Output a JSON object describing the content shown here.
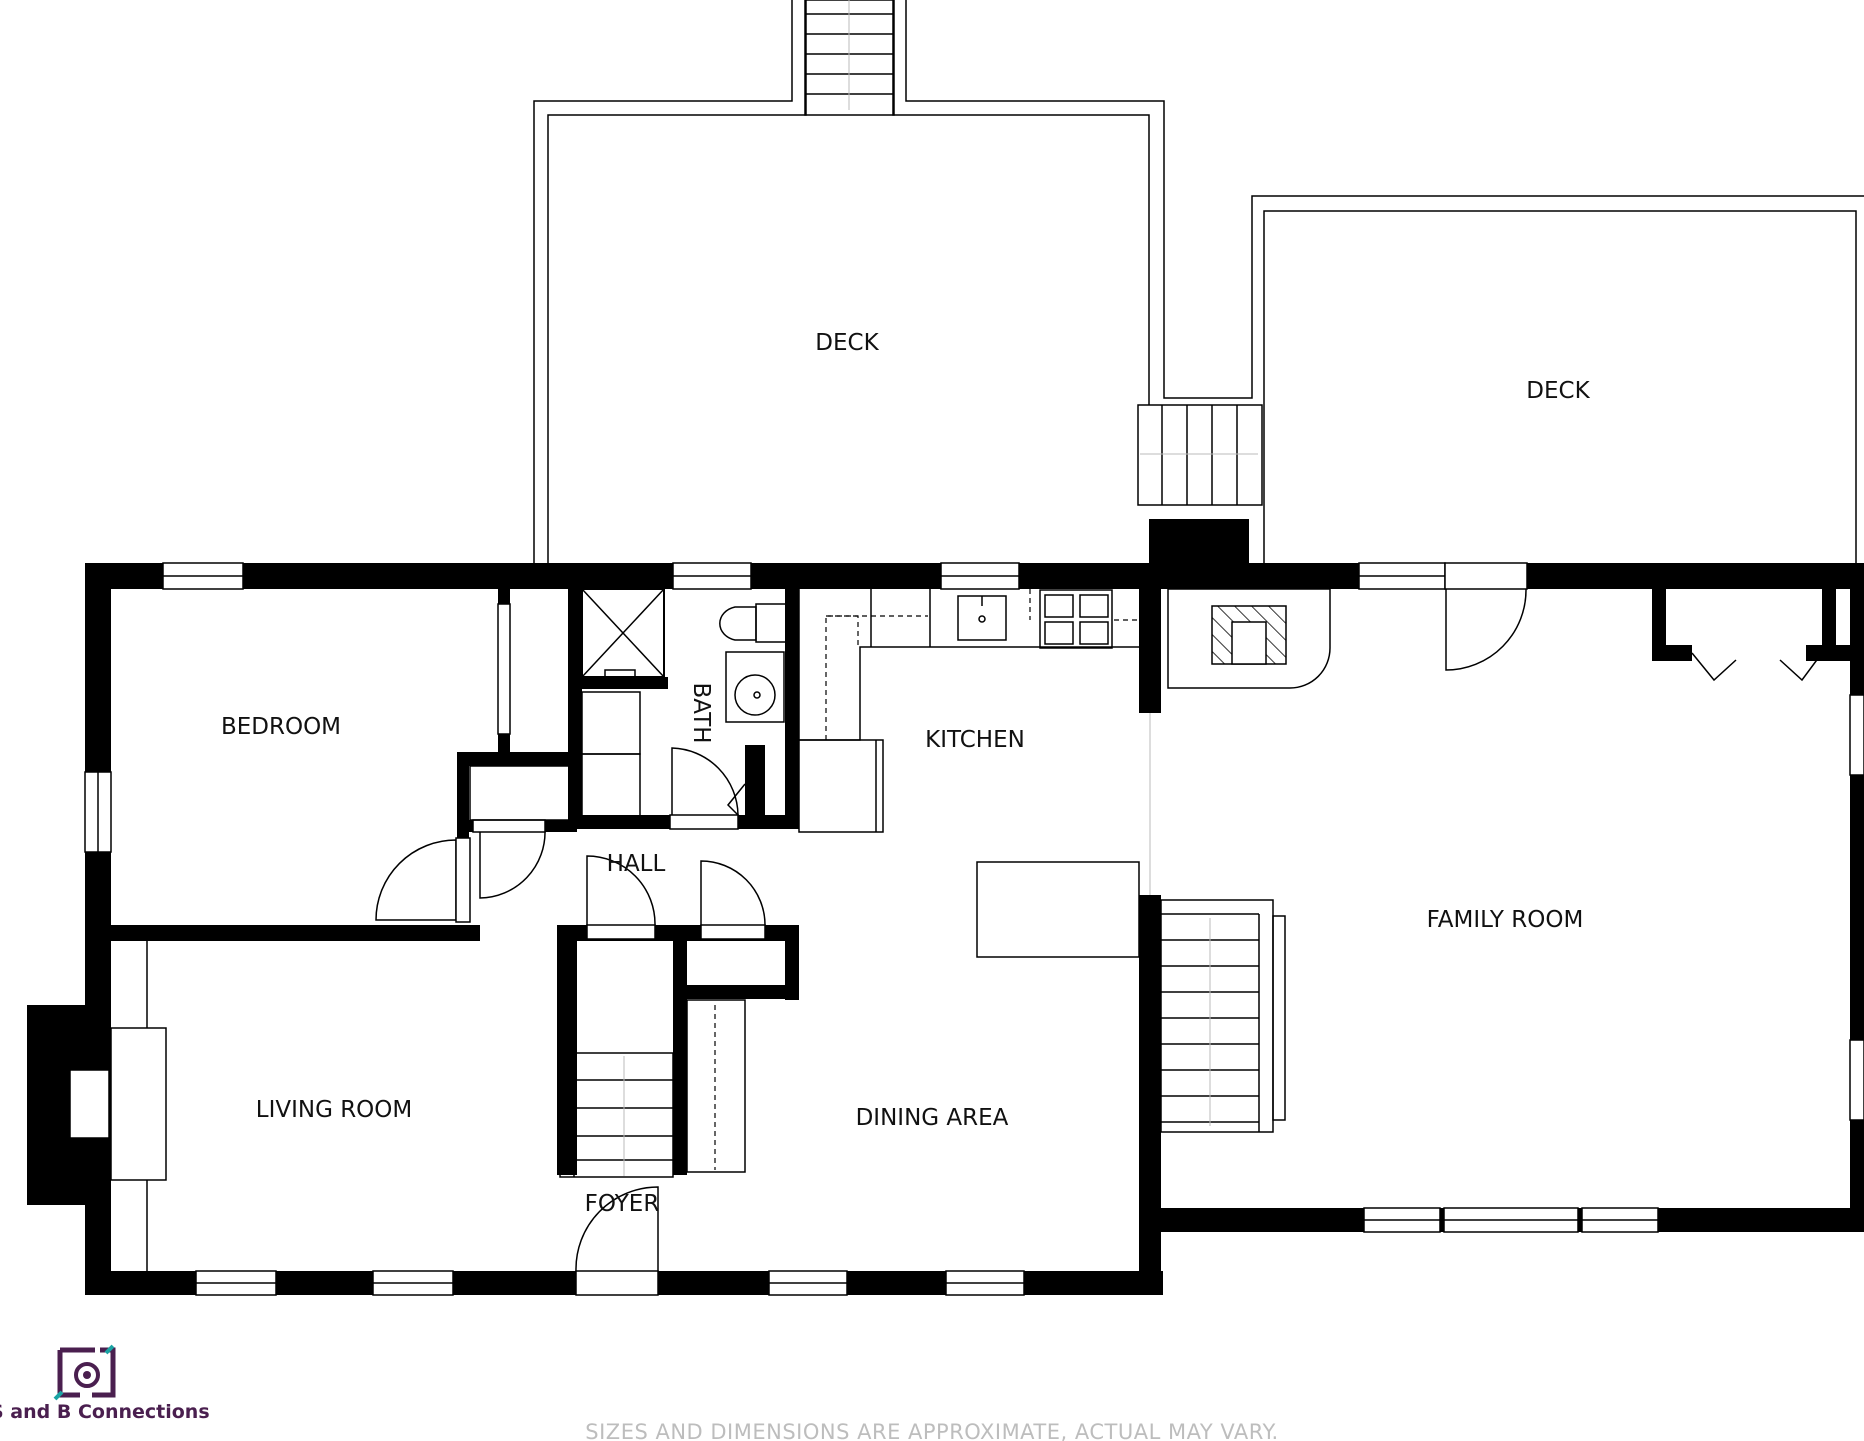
{
  "rooms": {
    "deck_upper": "DECK",
    "deck_right": "DECK",
    "bedroom": "BEDROOM",
    "bath": "BATH",
    "kitchen": "KITCHEN",
    "hall": "HALL",
    "family_room": "FAMILY ROOM",
    "living_room": "LIVING ROOM",
    "dining_area": "DINING AREA",
    "foyer": "FOYER"
  },
  "logo": {
    "text": "S and B Connections",
    "icon": "camera-icon",
    "color": "#4a1f4f",
    "accent": "#1aa3a3"
  },
  "disclaimer": "SIZES AND DIMENSIONS ARE APPROXIMATE, ACTUAL MAY VARY."
}
